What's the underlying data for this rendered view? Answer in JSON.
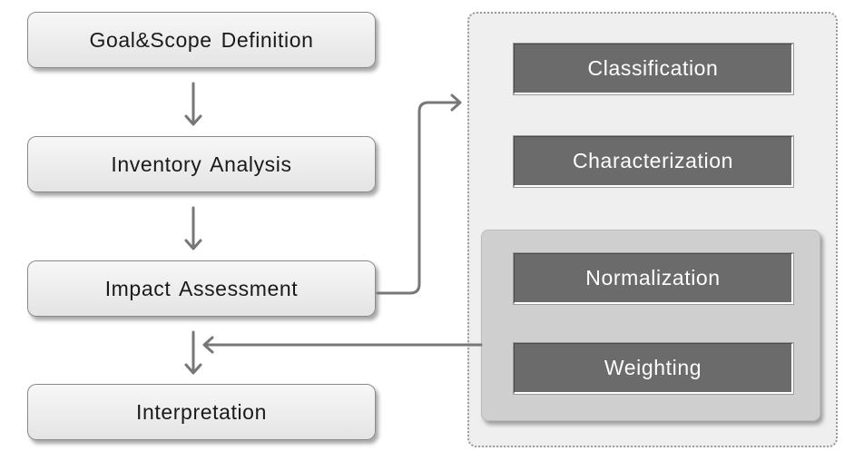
{
  "process": {
    "steps": [
      {
        "label": "Goal&Scope Definition"
      },
      {
        "label": "Inventory Analysis"
      },
      {
        "label": "Impact Assessment"
      },
      {
        "label": "Interpretation"
      }
    ]
  },
  "impact_assessment_panel": {
    "methods": [
      {
        "label": "Classification"
      },
      {
        "label": "Characterization"
      },
      {
        "label": "Normalization"
      },
      {
        "label": "Weighting"
      }
    ]
  }
}
